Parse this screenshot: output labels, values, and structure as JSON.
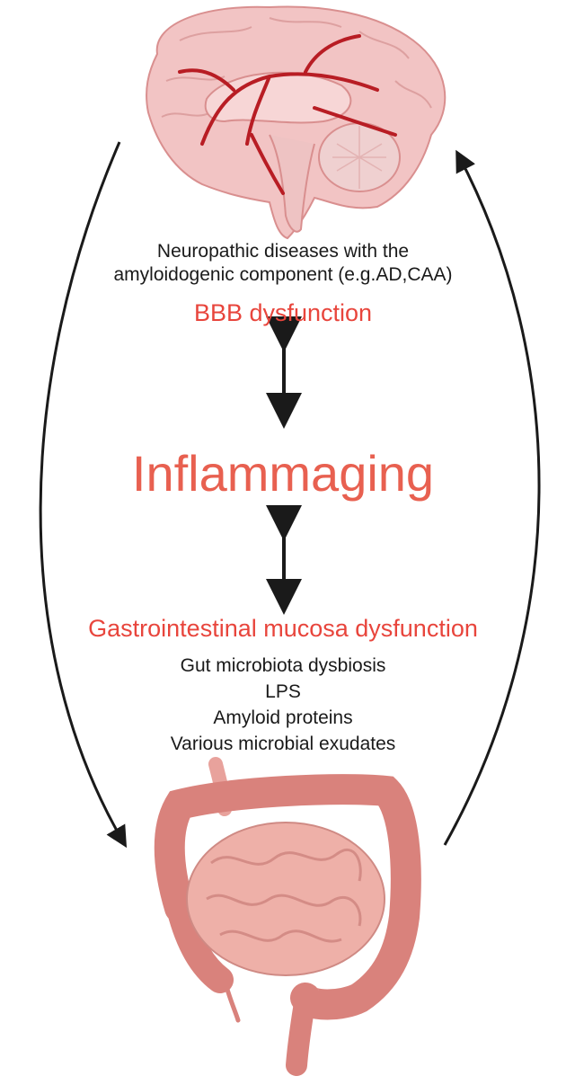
{
  "brain": {
    "caption_line1": "Neuropathic diseases with the",
    "caption_line2": "amyloidogenic component (e.g.AD,CAA)",
    "dysfunction_label": "BBB dysfunction"
  },
  "center": {
    "label": "Inflammaging"
  },
  "gut": {
    "dysfunction_label": "Gastrointestinal mucosa dysfunction",
    "items": [
      "Gut microbiota dysbiosis",
      "LPS",
      "Amyloid proteins",
      "Various microbial exudates"
    ]
  },
  "colors": {
    "accent_red": "#e8453c",
    "center_red": "#e86050",
    "text": "#1a1a1a",
    "brain_pink": "#f2c4c4",
    "vessel_red": "#b81d24",
    "gut_pink": "#e49a95"
  },
  "icons": [
    "brain-illustration",
    "intestine-illustration"
  ]
}
